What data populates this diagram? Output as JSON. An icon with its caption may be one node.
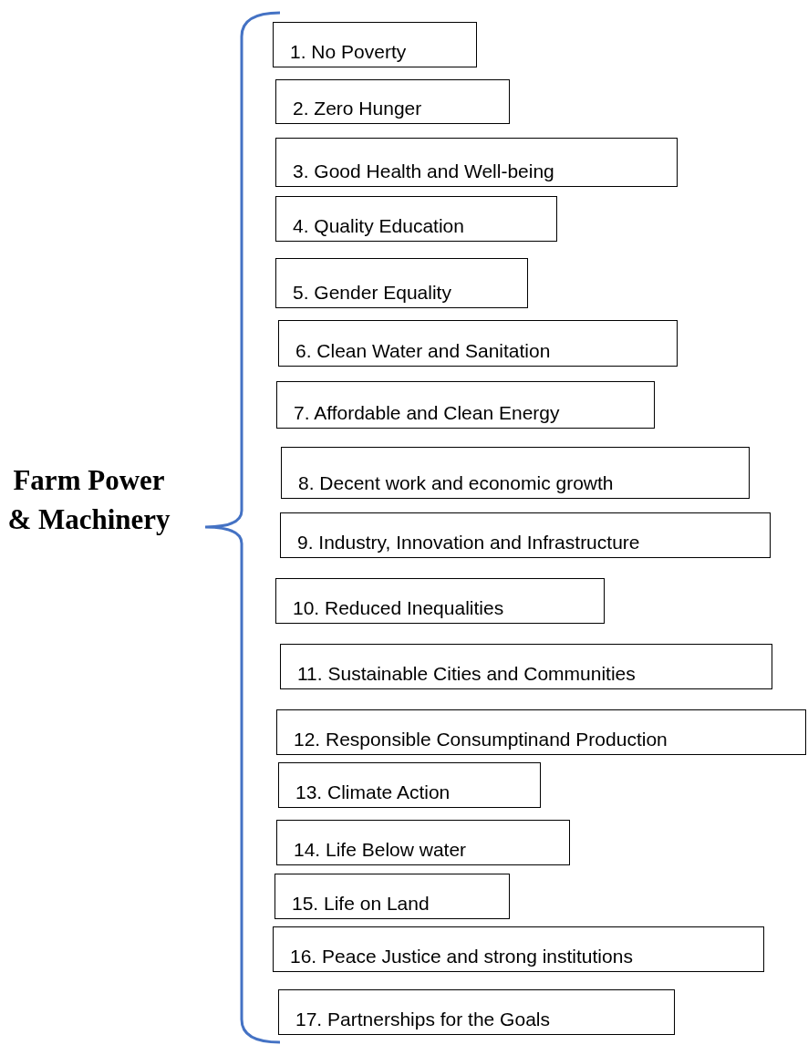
{
  "diagram": {
    "nodes": [
      {
        "text": [
          "1. No Poverty"
        ]
      },
      {
        "text": [
          "2. Zero Hunger"
        ]
      },
      {
        "text": [
          "3. Good Health and Well-being"
        ]
      },
      {
        "text": [
          "4. Quality Education"
        ]
      },
      {
        "text": [
          "5. Gender Equality"
        ]
      },
      {
        "text": [
          "6. Clean Water and Sanitation"
        ]
      },
      {
        "text": [
          "7. Affordable and Clean Energy"
        ]
      },
      {
        "text": [
          "8. Decent work and economic growth"
        ]
      },
      {
        "text": [
          "9. Industry, Innovation and Infrastructure"
        ]
      },
      {
        "text": [
          "10. Reduced Inequalities"
        ]
      },
      {
        "text": [
          "11. Sustainable Cities and Communities"
        ]
      },
      {
        "text": [
          "12. Responsible Consumptinand Production"
        ]
      },
      {
        "text": [
          "13. Climate Action"
        ]
      },
      {
        "text": [
          "14. Life Below water"
        ]
      },
      {
        "text": [
          "15. Life on Land"
        ]
      },
      {
        "text": [
          "16. Peace Justice and strong institutions"
        ]
      },
      {
        "text": [
          "17. Partnerships for the Goals"
        ]
      }
    ],
    "edges": [],
    "labels": [
      "Farm Power & Machinery"
    ]
  }
}
